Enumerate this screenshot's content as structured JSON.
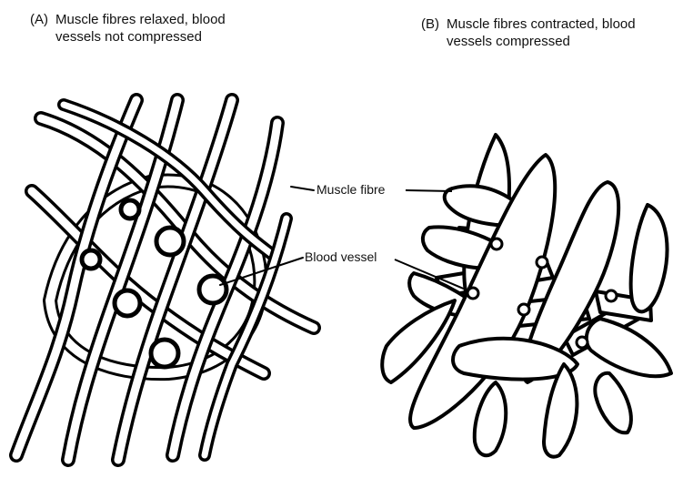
{
  "panel_a": {
    "tag": "(A)",
    "title_line1": "Muscle fibres relaxed, blood",
    "title_line2": "vessels not compressed"
  },
  "panel_b": {
    "tag": "(B)",
    "title_line1": "Muscle fibres contracted, blood",
    "title_line2": "vessels compressed"
  },
  "labels": {
    "muscle_fibre": "Muscle fibre",
    "blood_vessel": "Blood vessel"
  }
}
